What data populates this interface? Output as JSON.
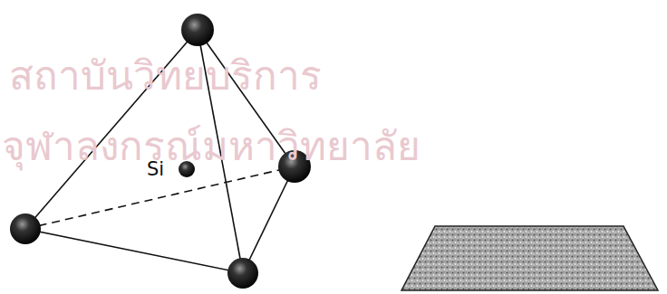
{
  "diagram": {
    "labels": [
      "สถาบันวิทยบริการ",
      "จุฬาลงกรณ์มหาวิทยาลัย",
      "Si"
    ]
  }
}
